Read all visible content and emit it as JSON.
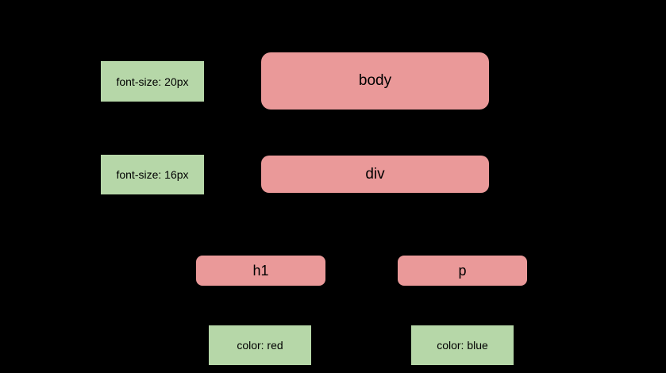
{
  "colors": {
    "background": "#000000",
    "node_fill": "#ea9999",
    "property_fill": "#b6d7a8",
    "text": "#000000"
  },
  "diagram": {
    "nodes": {
      "body": "body",
      "div": "div",
      "h1": "h1",
      "p": "p"
    },
    "properties": {
      "body_rule": "font-size: 20px",
      "div_rule": "font-size: 16px",
      "h1_rule": "color: red",
      "p_rule": "color: blue"
    }
  }
}
